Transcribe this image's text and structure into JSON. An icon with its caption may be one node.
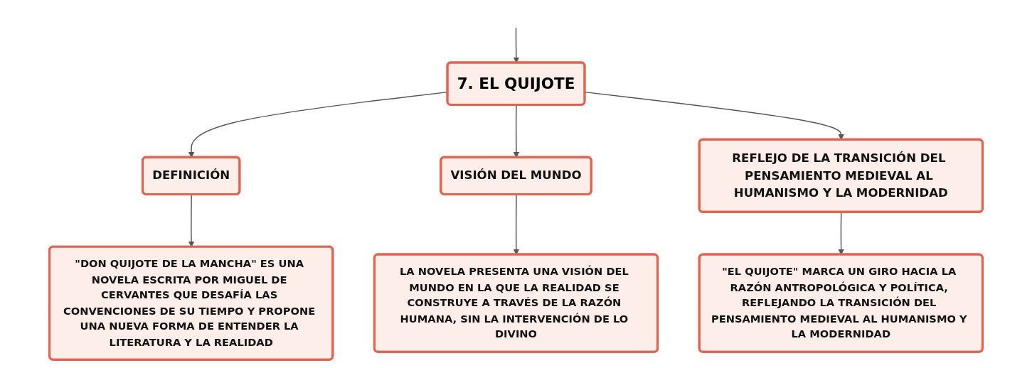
{
  "diagram": {
    "nodes": [
      {
        "text": [
          "7. EL QUIJOTE"
        ]
      },
      {
        "text": [
          "DEFINICIÓN"
        ]
      },
      {
        "text": [
          "VISIÓN DEL MUNDO"
        ]
      },
      {
        "text": [
          "REFLEJO DE LA TRANSICIÓN DEL PENSAMIENTO MEDIEVAL AL HUMANISMO Y LA MODERNIDAD"
        ]
      },
      {
        "text": [
          "\"DON QUIJOTE DE LA MANCHA\" ES UNA NOVELA ESCRITA POR MIGUEL DE CERVANTES QUE DESAFÍA LAS CONVENCIONES DE SU TIEMPO Y PROPONE UNA NUEVA FORMA DE ENTENDER LA LITERATURA Y LA REALIDAD"
        ]
      },
      {
        "text": [
          "LA NOVELA PRESENTA UNA VISIÓN DEL MUNDO EN LA QUE LA REALIDAD SE CONSTRUYE A TRAVÉS DE LA RAZÓN HUMANA, SIN LA INTERVENCIÓN DE LO DIVINO"
        ]
      },
      {
        "text": [
          "\"EL QUIJOTE\" MARCA UN GIRO HACIA LA RAZÓN ANTROPOLÓGICA Y POLÍTICA, REFLEJANDO LA TRANSICIÓN DEL PENSAMIENTO MEDIEVAL AL HUMANISMO Y LA MODERNIDAD"
        ]
      }
    ],
    "edges": [
      {
        "from": null,
        "to": 0,
        "arrow": "to"
      },
      {
        "from": 0,
        "to": 1,
        "arrow": "to"
      },
      {
        "from": 0,
        "to": 2,
        "arrow": "to"
      },
      {
        "from": 0,
        "to": 3,
        "arrow": "to"
      },
      {
        "from": 1,
        "to": 4,
        "arrow": "to"
      },
      {
        "from": 2,
        "to": 5,
        "arrow": "to"
      },
      {
        "from": 3,
        "to": 6,
        "arrow": "to"
      }
    ]
  }
}
